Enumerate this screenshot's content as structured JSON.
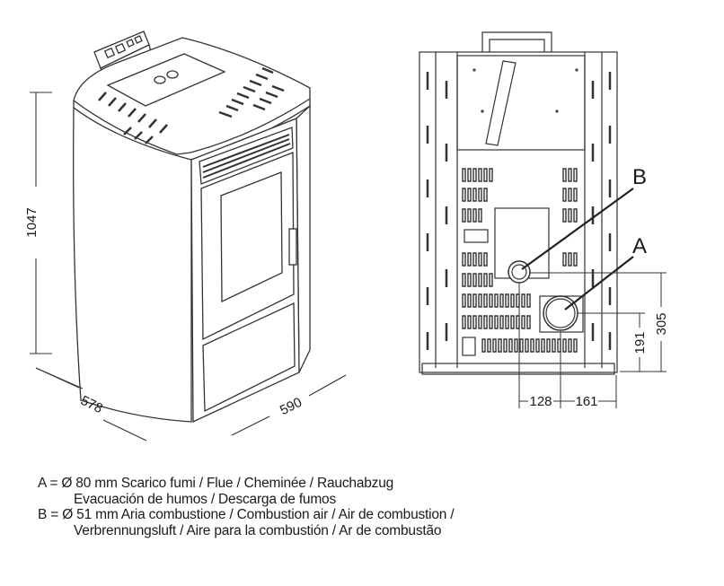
{
  "dimensions": {
    "height": "1047",
    "depth": "578",
    "width": "590",
    "outlet_b_from_edge": "128",
    "outlet_a_from_edge": "161",
    "outlet_a_height": "191",
    "outlet_b_height": "305"
  },
  "callouts": {
    "b": "B",
    "a": "A"
  },
  "legend": {
    "a_line1": "A = Ø 80 mm  Scarico fumi / Flue / Cheminée / Rauchabzug",
    "a_line2": "Evacuación de humos / Descarga de fumos",
    "b_line1": "B = Ø 51 mm  Aria combustione / Combustion air / Air de combustion /",
    "b_line2": "Verbrennungsluft / Aire para la combustión / Ar de combustão"
  }
}
